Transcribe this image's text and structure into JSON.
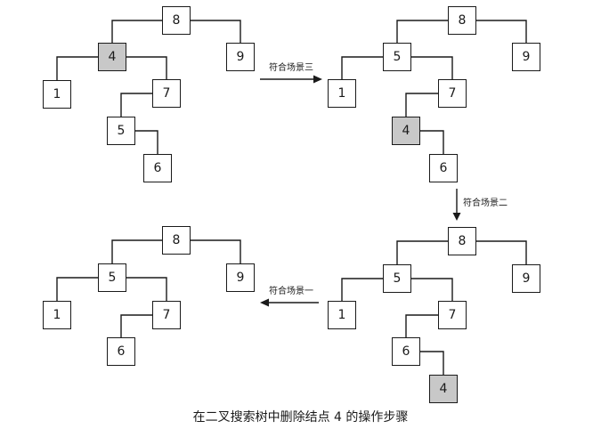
{
  "caption": "在二叉搜索树中删除结点 4 的操作步骤",
  "colors": {
    "background": "#ffffff",
    "node_fill": "#ffffff",
    "node_highlight_fill": "#c8c8c8",
    "line": "#1a1a1a"
  },
  "arrows": [
    {
      "label": "符合场景三",
      "direction": "right",
      "from": "top-left",
      "to": "top-right"
    },
    {
      "label": "符合场景二",
      "direction": "down",
      "from": "top-right",
      "to": "bottom-right"
    },
    {
      "label": "符合场景一",
      "direction": "left",
      "from": "bottom-right",
      "to": "bottom-left"
    }
  ],
  "trees": [
    {
      "position": "top-left",
      "nodes": [
        {
          "value": "8",
          "highlighted": false
        },
        {
          "value": "4",
          "highlighted": true
        },
        {
          "value": "9",
          "highlighted": false
        },
        {
          "value": "1",
          "highlighted": false
        },
        {
          "value": "7",
          "highlighted": false
        },
        {
          "value": "5",
          "highlighted": false
        },
        {
          "value": "6",
          "highlighted": false
        }
      ],
      "edges": [
        [
          "8",
          "4"
        ],
        [
          "8",
          "9"
        ],
        [
          "4",
          "1"
        ],
        [
          "4",
          "7"
        ],
        [
          "7",
          "5"
        ],
        [
          "5",
          "6"
        ]
      ]
    },
    {
      "position": "top-right",
      "nodes": [
        {
          "value": "8",
          "highlighted": false
        },
        {
          "value": "5",
          "highlighted": false
        },
        {
          "value": "9",
          "highlighted": false
        },
        {
          "value": "1",
          "highlighted": false
        },
        {
          "value": "7",
          "highlighted": false
        },
        {
          "value": "4",
          "highlighted": true
        },
        {
          "value": "6",
          "highlighted": false
        }
      ],
      "edges": [
        [
          "8",
          "5"
        ],
        [
          "8",
          "9"
        ],
        [
          "5",
          "1"
        ],
        [
          "5",
          "7"
        ],
        [
          "7",
          "4"
        ],
        [
          "4",
          "6"
        ]
      ]
    },
    {
      "position": "bottom-right",
      "nodes": [
        {
          "value": "8",
          "highlighted": false
        },
        {
          "value": "5",
          "highlighted": false
        },
        {
          "value": "9",
          "highlighted": false
        },
        {
          "value": "1",
          "highlighted": false
        },
        {
          "value": "7",
          "highlighted": false
        },
        {
          "value": "6",
          "highlighted": false
        },
        {
          "value": "4",
          "highlighted": true
        }
      ],
      "edges": [
        [
          "8",
          "5"
        ],
        [
          "8",
          "9"
        ],
        [
          "5",
          "1"
        ],
        [
          "5",
          "7"
        ],
        [
          "7",
          "6"
        ],
        [
          "6",
          "4"
        ]
      ]
    },
    {
      "position": "bottom-left",
      "nodes": [
        {
          "value": "8",
          "highlighted": false
        },
        {
          "value": "5",
          "highlighted": false
        },
        {
          "value": "9",
          "highlighted": false
        },
        {
          "value": "1",
          "highlighted": false
        },
        {
          "value": "7",
          "highlighted": false
        },
        {
          "value": "6",
          "highlighted": false
        }
      ],
      "edges": [
        [
          "8",
          "5"
        ],
        [
          "8",
          "9"
        ],
        [
          "5",
          "1"
        ],
        [
          "5",
          "7"
        ],
        [
          "7",
          "6"
        ]
      ]
    }
  ]
}
